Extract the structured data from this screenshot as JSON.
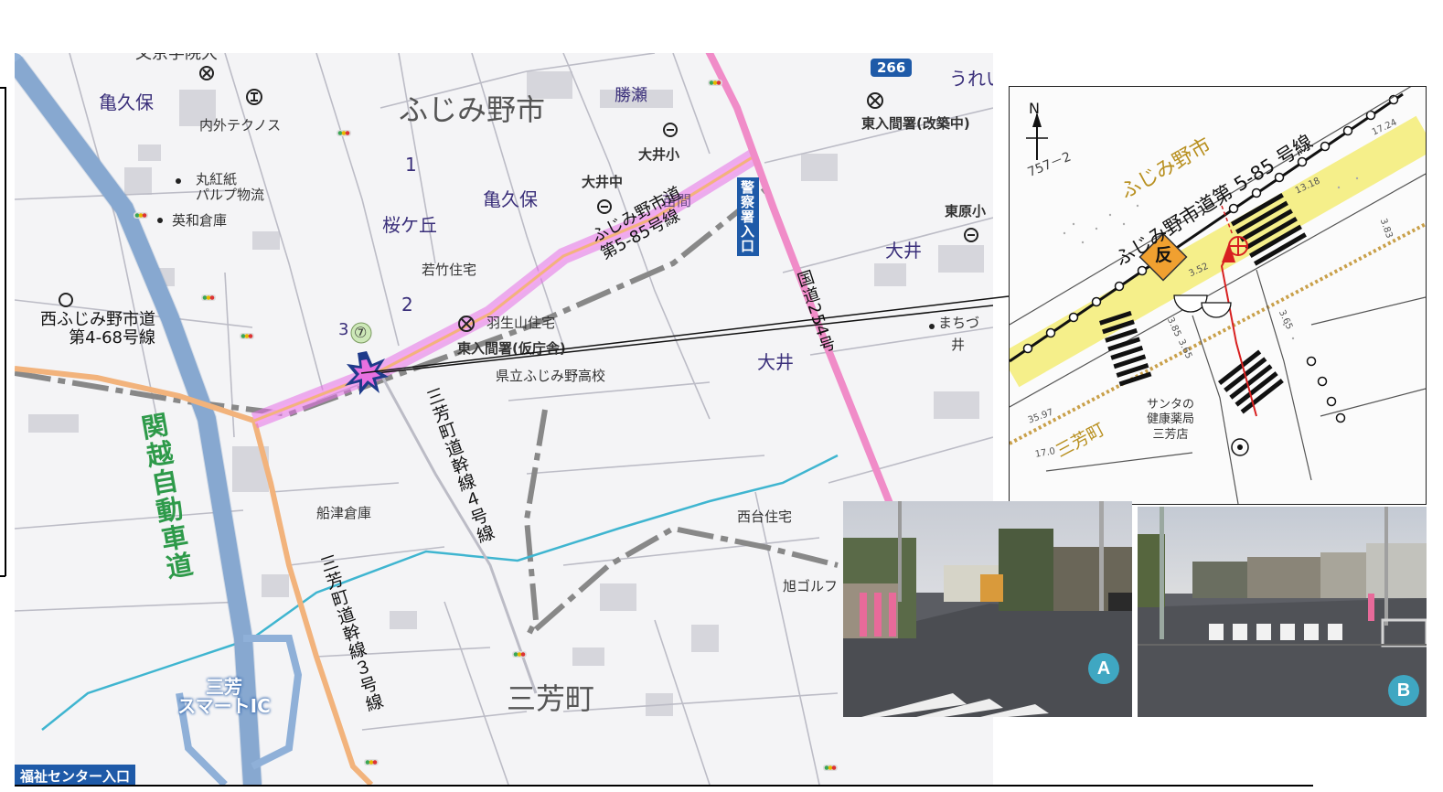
{
  "colors": {
    "highlight_route": "#e66fe6",
    "route_orange": "#f2b37c",
    "national_road": "#f08cc8",
    "expressway": "#8fb0d8",
    "water": "#3fb5d0",
    "badge": "#3fa7c2",
    "sign_blue": "#1e5aa8"
  },
  "map": {
    "city_name": "ふじみ野市",
    "town_name": "三芳町",
    "route_label": "266",
    "highlight_route_label": "ふじみ野市道\n第5-85号線",
    "accident_marker": "⑦",
    "place_labels": [
      {
        "id": "kamekubo1",
        "text": "亀久保"
      },
      {
        "id": "kamekubo2",
        "text": "亀久保"
      },
      {
        "id": "katsuse",
        "text": "勝瀬"
      },
      {
        "id": "ooi1",
        "text": "大井"
      },
      {
        "id": "ooi2",
        "text": "大井"
      },
      {
        "id": "sakuragaoka",
        "text": "桜ケ丘"
      },
      {
        "id": "uren",
        "text": "うれい"
      },
      {
        "id": "oshima",
        "text": "苗間"
      }
    ],
    "block_numbers": [
      "1",
      "2",
      "3"
    ],
    "facilities": [
      {
        "id": "univ",
        "text": "文京学院大"
      },
      {
        "id": "naigai",
        "text": "内外テクノス"
      },
      {
        "id": "marubeni",
        "text": "丸紅紙\nパルプ物流"
      },
      {
        "id": "eiwa",
        "text": "英和倉庫"
      },
      {
        "id": "ooi_es",
        "text": "大井小"
      },
      {
        "id": "ooi_jh",
        "text": "大井中"
      },
      {
        "id": "police_temp",
        "text": "東入間署(改築中)"
      },
      {
        "id": "higashihara",
        "text": "東原小"
      },
      {
        "id": "wakatake",
        "text": "若竹住宅"
      },
      {
        "id": "habu",
        "text": "羽生山住宅"
      },
      {
        "id": "police2",
        "text": "東入間署(仮庁舎)"
      },
      {
        "id": "highschool",
        "text": "県立ふじみ野高校"
      },
      {
        "id": "funatsu",
        "text": "船津倉庫"
      },
      {
        "id": "nishidai",
        "text": "西台住宅"
      },
      {
        "id": "asahi",
        "text": "旭ゴルフ"
      },
      {
        "id": "machitsu",
        "text": "まちづ"
      },
      {
        "id": "ikoma",
        "text": "井"
      }
    ],
    "road_labels": [
      {
        "id": "r4_68",
        "text": "西ふじみ野市道\n第4-68号線"
      },
      {
        "id": "national254",
        "text": "国道254号"
      },
      {
        "id": "miyoshi4",
        "text": "三芳町道幹線４号線"
      },
      {
        "id": "miyoshi3",
        "text": "三芳町道幹線３号線"
      },
      {
        "id": "kanetsu",
        "text": "関越自動車道"
      }
    ],
    "signs": {
      "police_entrance": "警察署入口",
      "welfare_center": "福祉センター入口",
      "smart_ic": "三芳\nスマートIC"
    }
  },
  "inset": {
    "north": "N",
    "lot_number": "757－2",
    "city": "ふじみ野市",
    "road": "ふじみ野市道第 5-85 号線",
    "town": "三芳町",
    "pharmacy": "サンタの\n健康薬局\n三芳店",
    "marker": "反",
    "dims": [
      "3.52",
      "3.65",
      "3.65",
      "3.85",
      "13.18",
      "17.24",
      "3.83",
      "35.97",
      "17.0"
    ]
  },
  "photos": [
    {
      "id": "A",
      "badge": "A"
    },
    {
      "id": "B",
      "badge": "B"
    }
  ]
}
